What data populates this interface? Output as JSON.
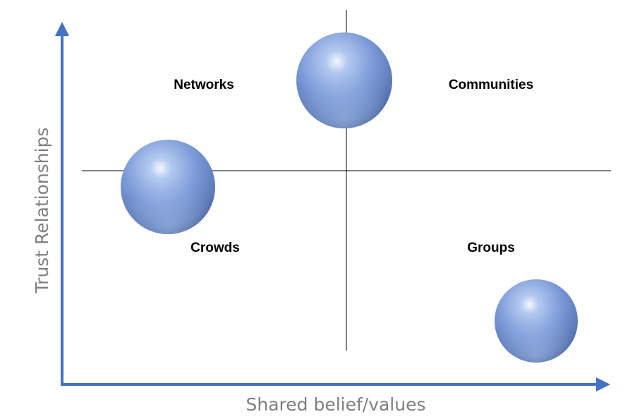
{
  "axes": {
    "x_label": "Shared belief/values",
    "y_label": "Trust Relationships",
    "axis_color": "#4472c4",
    "divider_color": "#000000"
  },
  "quadrants": {
    "top_left": "Networks",
    "top_right": "Communities",
    "bottom_left": "Crowds",
    "bottom_right": "Groups"
  },
  "sphere_color": "#7a9ad6",
  "spheres_count": 3
}
